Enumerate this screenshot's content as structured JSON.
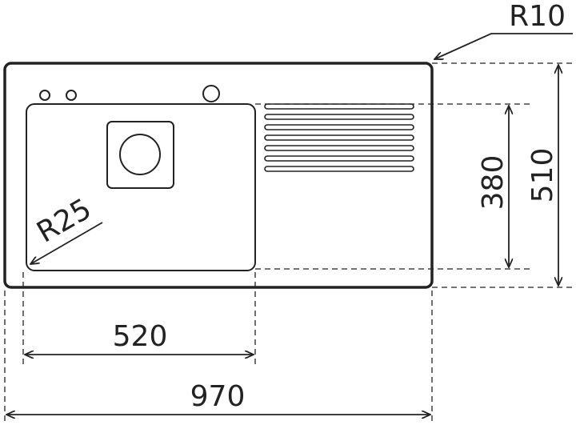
{
  "drawing": {
    "line_color": "#222222",
    "background": "#ffffff",
    "dimensions": {
      "overall_width": "970",
      "bowl_width": "520",
      "overall_depth": "510",
      "bowl_depth": "380",
      "corner_radius_outer": "R10",
      "corner_radius_bowl": "R25"
    }
  }
}
